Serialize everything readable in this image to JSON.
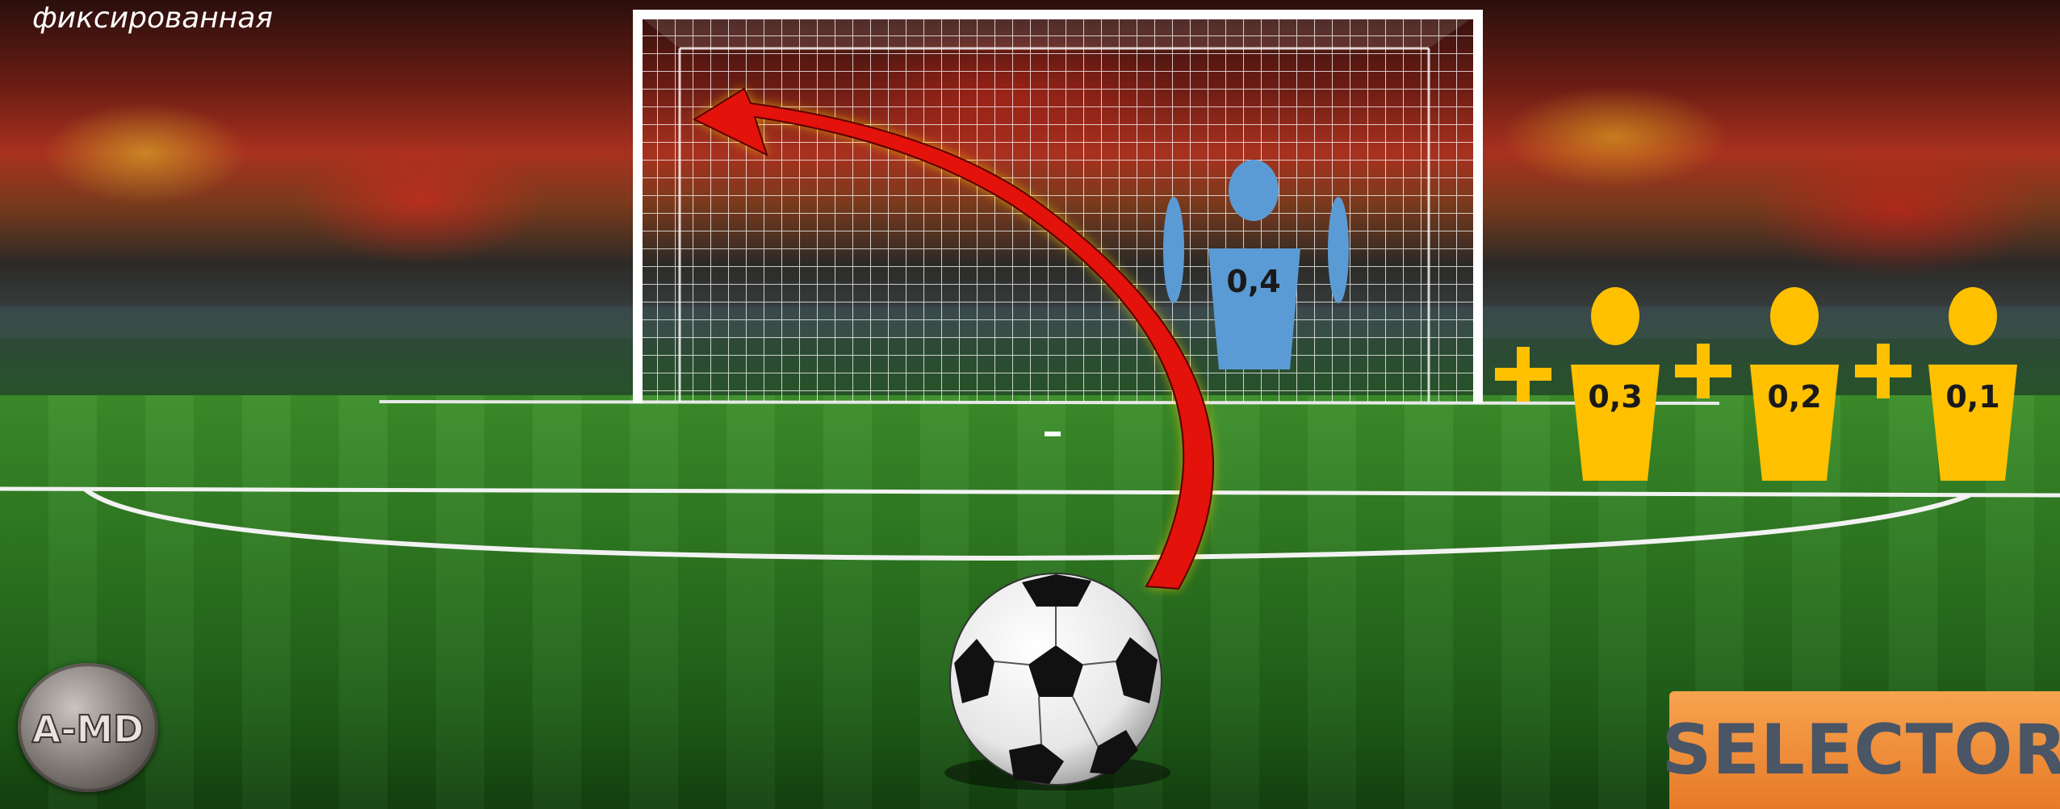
{
  "caption": "фиксированная",
  "goalkeeper": {
    "value": "0,4",
    "color": "#5b9bd5"
  },
  "defenders": [
    {
      "value": "0,3",
      "color": "#ffc000"
    },
    {
      "value": "0,2",
      "color": "#ffc000"
    },
    {
      "value": "0,1",
      "color": "#ffc000"
    }
  ],
  "plus_signs": [
    "+",
    "+",
    "+"
  ],
  "plus_color": "#ffc000",
  "arrow_color": "#e3120b",
  "selector_label": "SELECTOR",
  "logo_text": "A-MD"
}
